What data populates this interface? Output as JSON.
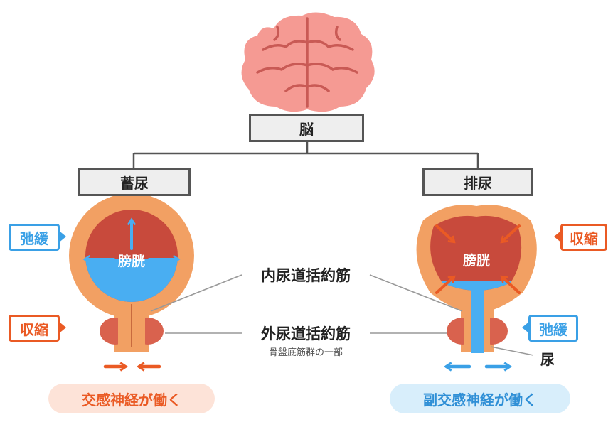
{
  "brain_label": "脳",
  "storage": {
    "title": "蓄尿",
    "bladder_label": "膀胱",
    "relax_tag": "弛緩",
    "contract_tag": "収縮",
    "nerve": "交感神経が働く"
  },
  "voiding": {
    "title": "排尿",
    "bladder_label": "膀胱",
    "contract_tag": "収縮",
    "relax_tag": "弛緩",
    "urine_label": "尿",
    "nerve": "副交感神経が働く"
  },
  "internal_sphincter": "内尿道括約筋",
  "external_sphincter": "外尿道括約筋",
  "external_sphincter_note": "骨盤底筋群の一部",
  "colors": {
    "brain": "#f59a93",
    "bladder_wall": "#f2a063",
    "bladder_inner": "#c84a3c",
    "urine": "#49aef2",
    "sphincter": "#d9624e",
    "blue": "#3aa0e6",
    "orange": "#ea5a24"
  }
}
